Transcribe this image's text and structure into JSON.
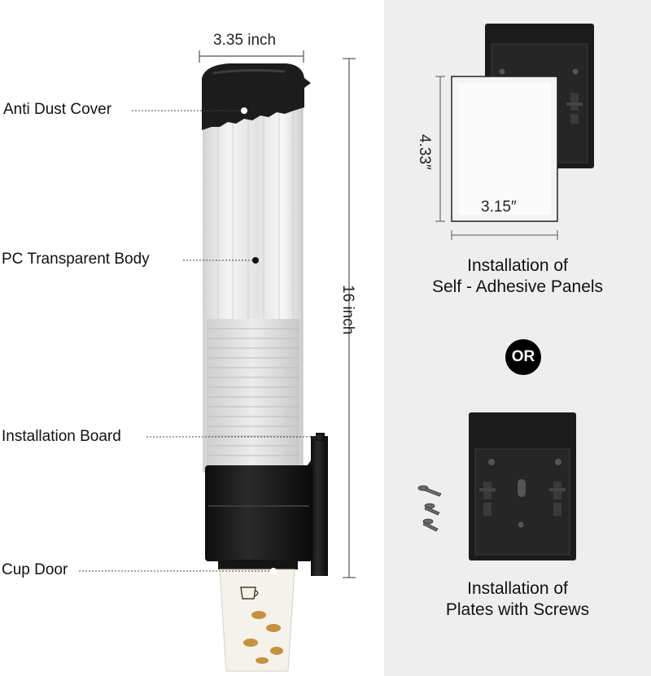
{
  "dimensions": {
    "width": "3.35 inch",
    "height": "16 inch",
    "panel_height": "4.33″",
    "panel_width": "3.15″"
  },
  "callouts": {
    "dust_cover": "Anti Dust Cover",
    "body": "PC Transparent Body",
    "board": "Installation Board",
    "door": "Cup Door"
  },
  "options": {
    "adhesive_line1": "Installation of",
    "adhesive_line2": "Self - Adhesive Panels",
    "or": "OR",
    "screws_line1": "Installation of",
    "screws_line2": "Plates with Screws"
  },
  "colors": {
    "right_panel_bg": "#eeeeee",
    "plastic_black": "#1a1a1a"
  }
}
